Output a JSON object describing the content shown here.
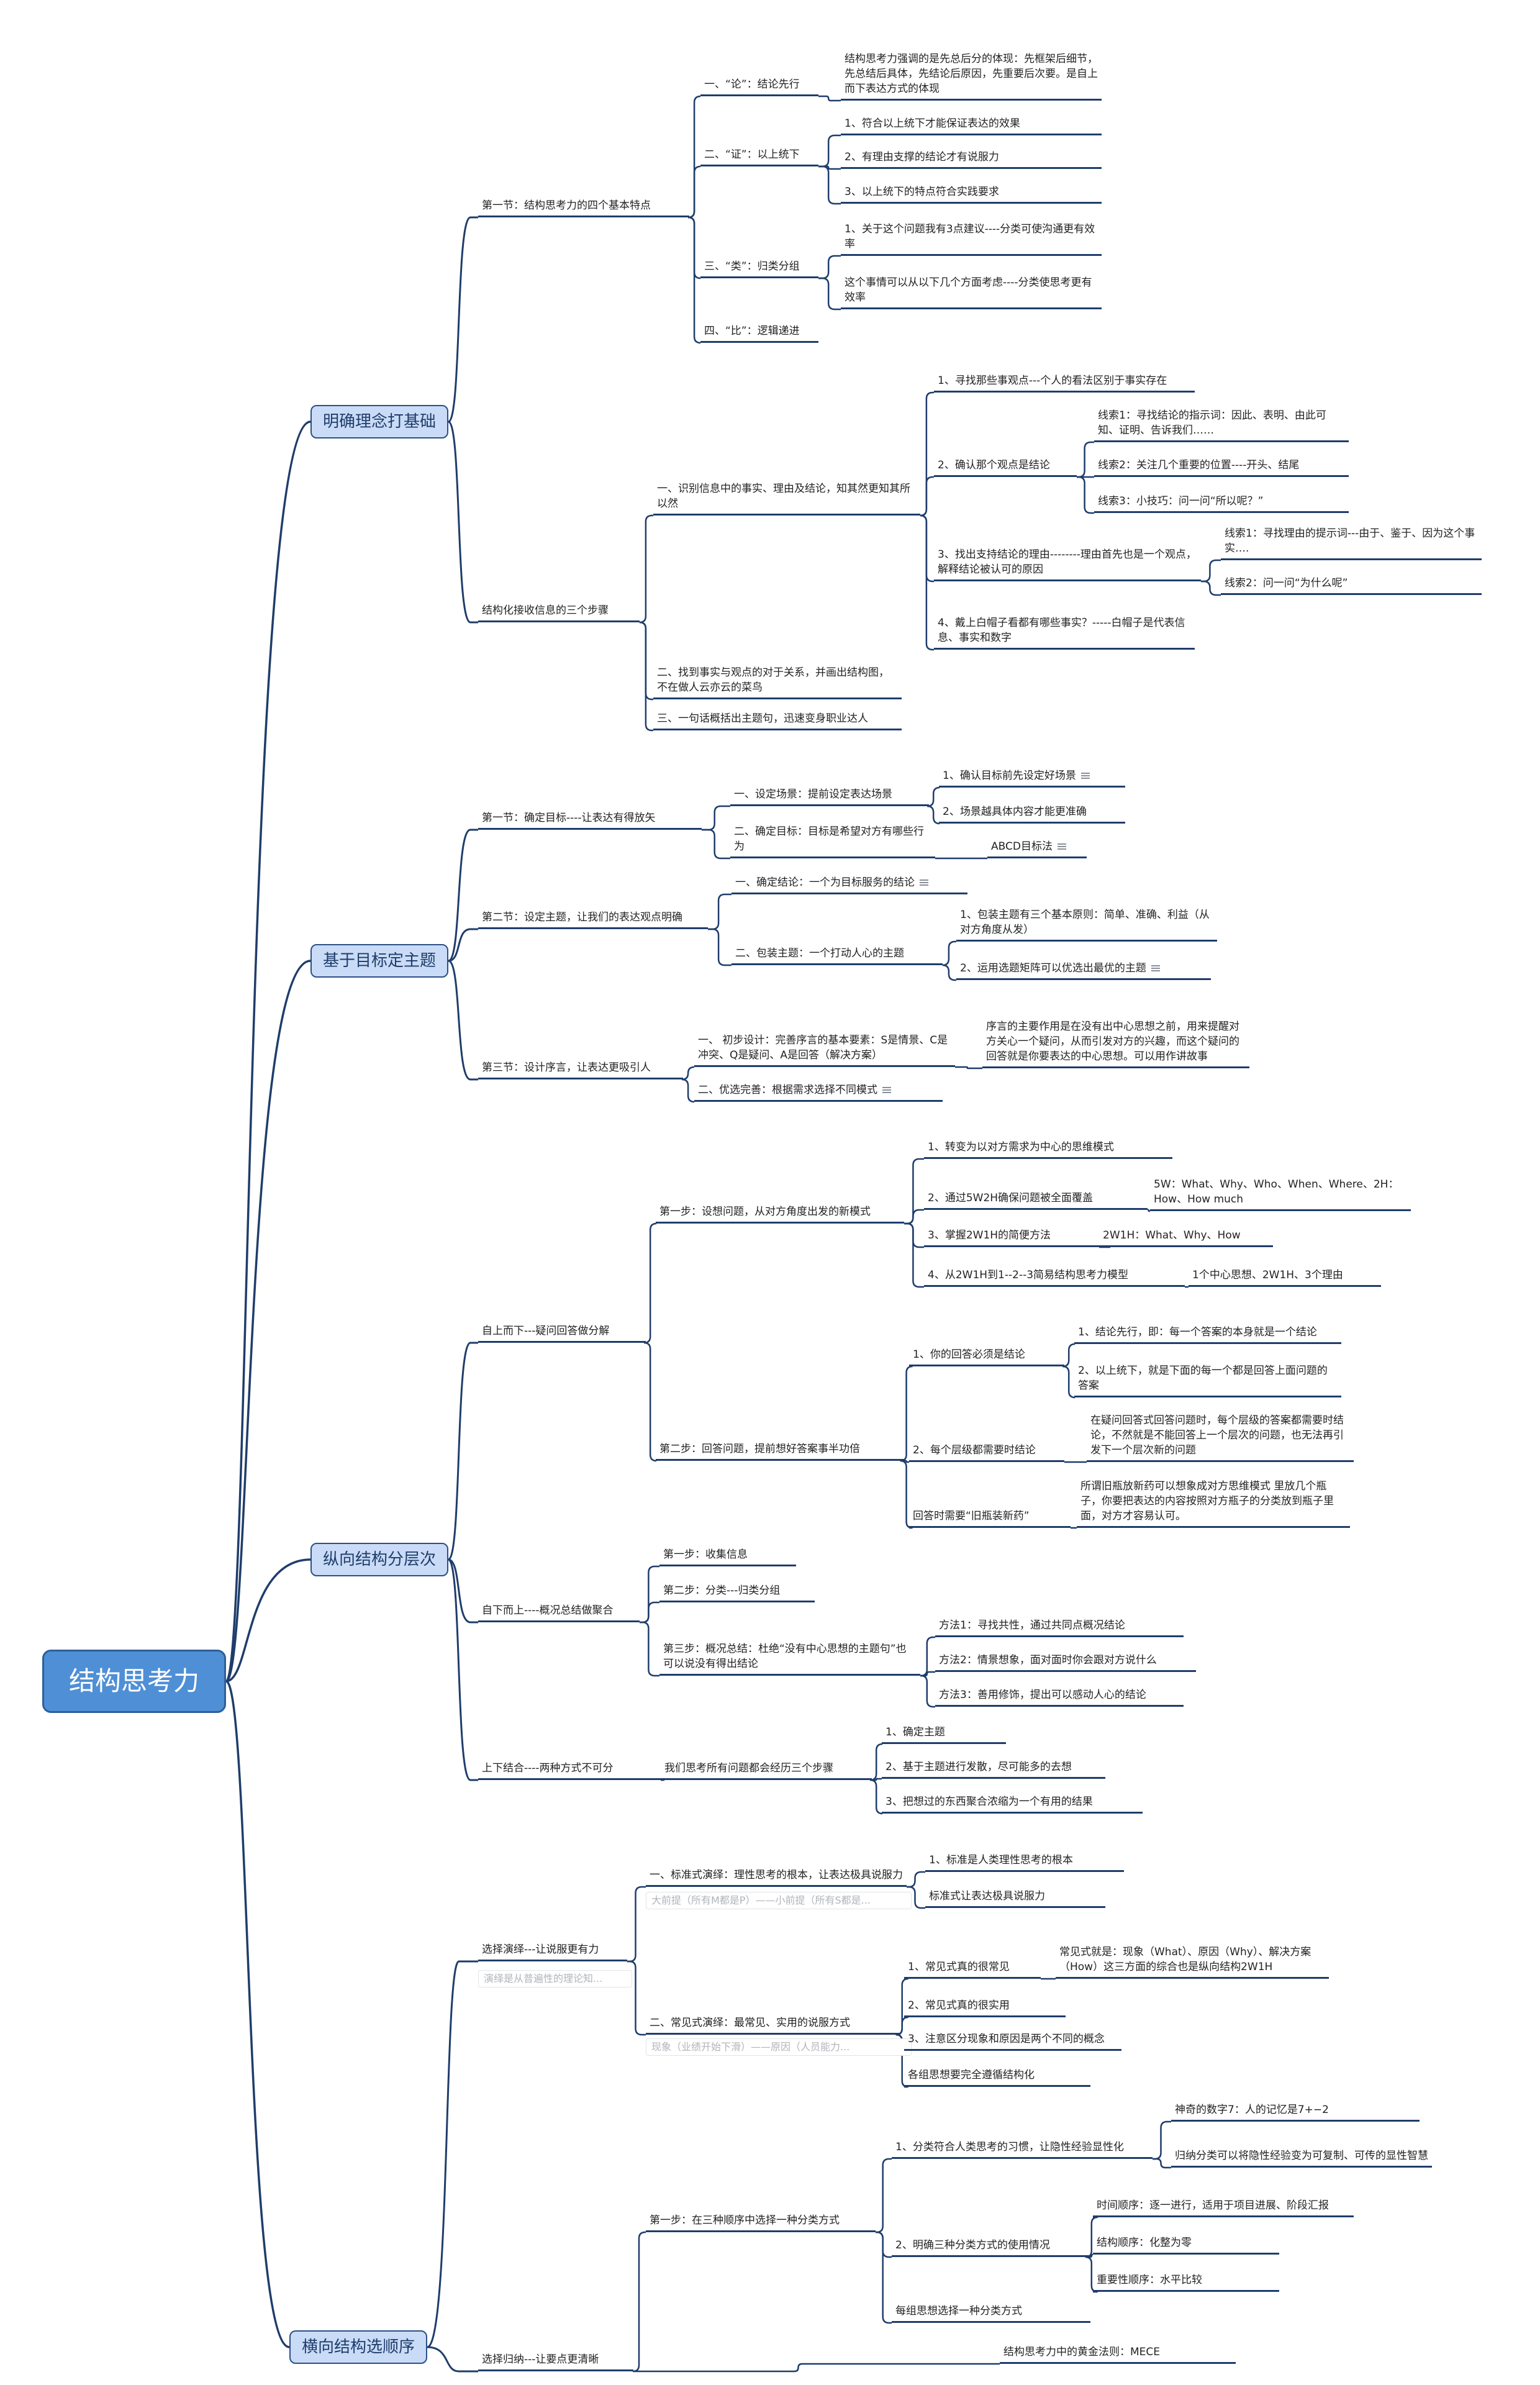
{
  "colors": {
    "line": "#1f3d6b",
    "root_fill": "#4f8fd6",
    "branch_fill": "#c9dbf6",
    "note_text": "#b0b4ba"
  },
  "root": {
    "label": "结构思考力"
  },
  "branches": [
    {
      "label": "明确理念打基础"
    },
    {
      "label": "基于目标定主题"
    },
    {
      "label": "纵向结构分层次"
    },
    {
      "label": "横向结构选顺序"
    }
  ],
  "nodes": {
    "b1_s1": "第一节：结构思考力的四个基本特点",
    "b1_s1_a": "一、“论”：结论先行",
    "b1_s1_a1": "结构思考力强调的是先总后分的体现：先框架后细节，先总结后具体，先结论后原因，先重要后次要。是自上而下表达方式的体现",
    "b1_s1_b": "二、“证”：以上统下",
    "b1_s1_b1": "1、符合以上统下才能保证表达的效果",
    "b1_s1_b2": "2、有理由支撑的结论才有说服力",
    "b1_s1_b3": "3、以上统下的特点符合实践要求",
    "b1_s1_c": "三、“类”：归类分组",
    "b1_s1_c1": "1、关于这个问题我有3点建议----分类可使沟通更有效率",
    "b1_s1_c2": "这个事情可以从以下几个方面考虑----分类使思考更有效率",
    "b1_s1_d": "四、“比”：逻辑递进",
    "b1_s2": "结构化接收信息的三个步骤",
    "b1_s2_a": "一、识别信息中的事实、理由及结论，知其然更知其所以然",
    "b1_s2_a1": "1、寻找那些事观点---个人的看法区别于事实存在",
    "b1_s2_a2": "2、确认那个观点是结论",
    "b1_s2_a2_1": "线索1：寻找结论的指示词：因此、表明、由此可知、证明、告诉我们……",
    "b1_s2_a2_2": "线索2：关注几个重要的位置----开头、结尾",
    "b1_s2_a2_3": "线索3：小技巧：问一问“所以呢？”",
    "b1_s2_a3": "3、找出支持结论的理由--------理由首先也是一个观点，解释结论被认可的原因",
    "b1_s2_a3_1": "线索1：寻找理由的提示词---由于、鉴于、因为这个事实….",
    "b1_s2_a3_2": "线索2：问一问“为什么呢”",
    "b1_s2_a4": "4、戴上白帽子看都有哪些事实？-----白帽子是代表信息、事实和数字",
    "b1_s2_b": "二、找到事实与观点的对于关系，并画出结构图，不在做人云亦云的菜鸟",
    "b1_s2_c": "三、一句话概括出主题句，迅速变身职业达人",
    "b2_s1": "第一节：确定目标----让表达有得放矢",
    "b2_s1_a": "一、设定场景：提前设定表达场景",
    "b2_s1_a1": "1、确认目标前先设定好场景",
    "b2_s1_a2": "2、场景越具体内容才能更准确",
    "b2_s1_b": "二、确定目标：目标是希望对方有哪些行为",
    "b2_s1_b1": "ABCD目标法",
    "b2_s2": "第二节：设定主题，让我们的表达观点明确",
    "b2_s2_a": "一、确定结论：一个为目标服务的结论",
    "b2_s2_b": "二、包装主题：一个打动人心的主题",
    "b2_s2_b1": "1、包装主题有三个基本原则：简单、准确、利益（从对方角度从发）",
    "b2_s2_b2": "2、运用选题矩阵可以优选出最优的主题",
    "b2_s3": "第三节：设计序言，让表达更吸引人",
    "b2_s3_a": "一、  初步设计：完善序言的基本要素：S是情景、C是冲突、Q是疑问、A是回答（解决方案）",
    "b2_s3_a1": "序言的主要作用是在没有出中心思想之前，用来提醒对方关心一个疑问，从而引发对方的兴趣，而这个疑问的回答就是你要表达的中心思想。可以用作讲故事",
    "b2_s3_b": "二、优选完善：根据需求选择不同模式",
    "b3_s1": "自上而下---疑问回答做分解",
    "b3_s1_a": "第一步：设想问题，从对方角度出发的新模式",
    "b3_s1_a1": "1、转变为以对方需求为中心的思维模式",
    "b3_s1_a2": "2、通过5W2H确保问题被全面覆盖",
    "b3_s1_a2_1": "5W：What、Why、Who、When、Where、2H：How、How much",
    "b3_s1_a3": "3、掌握2W1H的简便方法",
    "b3_s1_a3_1": "2W1H：What、Why、How",
    "b3_s1_a4": "4、从2W1H到1--2--3简易结构思考力模型",
    "b3_s1_a4_1": "1个中心思想、2W1H、3个理由",
    "b3_s1_b": "第二步：回答问题，提前想好答案事半功倍",
    "b3_s1_b1": "1、你的回答必须是结论",
    "b3_s1_b1_1": "1、结论先行，即：每一个答案的本身就是一个结论",
    "b3_s1_b1_2": "2、以上统下，就是下面的每一个都是回答上面问题的答案",
    "b3_s1_b2": "2、每个层级都需要时结论",
    "b3_s1_b2_1": "在疑问回答式回答问题时，每个层级的答案都需要时结论，不然就是不能回答上一个层次的问题，也无法再引发下一个层次新的问题",
    "b3_s1_b3": "回答时需要“旧瓶装新药”",
    "b3_s1_b3_1": "所谓旧瓶放新药可以想象成对方思维模式 里放几个瓶子，你要把表达的内容按照对方瓶子的分类放到瓶子里面，对方才容易认可。",
    "b3_s2": "自下而上----概况总结做聚合",
    "b3_s2_a": "第一步：收集信息",
    "b3_s2_b": "第二步：分类---归类分组",
    "b3_s2_c": "第三步：概况总结：杜绝“没有中心思想的主题句”也可以说没有得出结论",
    "b3_s2_c1": "方法1：寻找共性，通过共同点概况结论",
    "b3_s2_c2": "方法2：情景想象，面对面时你会跟对方说什么",
    "b3_s2_c3": "方法3：善用修饰，提出可以感动人心的结论",
    "b3_s3": "上下结合----两种方式不可分",
    "b3_s3_a": "我们思考所有问题都会经历三个步骤",
    "b3_s3_a1": "1、确定主题",
    "b3_s3_a2": "2、基于主题进行发散，尽可能多的去想",
    "b3_s3_a3": "3、把想过的东西聚合浓缩为一个有用的结果",
    "b4_s1": "选择演绎---让说服更有力",
    "b4_s1_note": "演绎是从普遍性的理论知...",
    "b4_s1_a": "一、标准式演绎：理性思考的根本，让表达极具说服力",
    "b4_s1_a_note": "大前提（所有M都是P）——小前提（所有S都是...",
    "b4_s1_a1": "1、标准是人类理性思考的根本",
    "b4_s1_a2": "标准式让表达极具说服力",
    "b4_s1_b": "二、常见式演绎：最常见、实用的说服方式",
    "b4_s1_b_note": "现象（业绩开始下滑）——原因（人员能力...",
    "b4_s1_b1": "1、常见式真的很常见",
    "b4_s1_b1_1": "常见式就是：现象（What）、原因（Why）、解决方案（How）这三方面的综合也是纵向结构2W1H",
    "b4_s1_b2": "2、常见式真的很实用",
    "b4_s1_b3": "3、注意区分现象和原因是两个不同的概念",
    "b4_s1_b4": "各组思想要完全遵循结构化",
    "b4_s2": "选择归纳---让要点更清晰",
    "b4_s2_a": "第一步：在三种顺序中选择一种分类方式",
    "b4_s2_a1": "1、分类符合人类思考的习惯，让隐性经验显性化",
    "b4_s2_a1_1": "神奇的数字7：人的记忆是7+−2",
    "b4_s2_a1_2": "归纳分类可以将隐性经验变为可复制、可传的显性智慧",
    "b4_s2_a2": "2、明确三种分类方式的使用情况",
    "b4_s2_a2_1": "时间顺序：逐一进行，适用于项目进展、阶段汇报",
    "b4_s2_a2_2": "结构顺序：化整为零",
    "b4_s2_a2_3": "重要性顺序：水平比较",
    "b4_s2_a3": "每组思想选择一种分类方式",
    "b4_s2_b1": "结构思考力中的黄金法则：MECE"
  }
}
